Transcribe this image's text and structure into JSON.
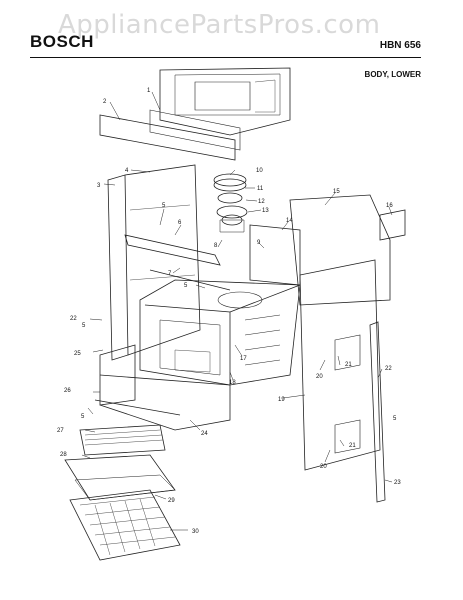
{
  "header": {
    "watermark": "AppliancePartsPros.com",
    "brand": "BOSCH",
    "model": "HBN 656",
    "section": "BODY, LOWER"
  },
  "callouts": [
    {
      "id": "c1",
      "label": "1"
    },
    {
      "id": "c2",
      "label": "2"
    },
    {
      "id": "c3",
      "label": "3"
    },
    {
      "id": "c4",
      "label": "4"
    },
    {
      "id": "c5a",
      "label": "5"
    },
    {
      "id": "c6",
      "label": "6"
    },
    {
      "id": "c7",
      "label": "7"
    },
    {
      "id": "c8",
      "label": "8"
    },
    {
      "id": "c9",
      "label": "9"
    },
    {
      "id": "c10",
      "label": "10"
    },
    {
      "id": "c11",
      "label": "11"
    },
    {
      "id": "c12",
      "label": "12"
    },
    {
      "id": "c13",
      "label": "13"
    },
    {
      "id": "c14",
      "label": "14"
    },
    {
      "id": "c15",
      "label": "15"
    },
    {
      "id": "c16",
      "label": "16"
    },
    {
      "id": "c17",
      "label": "17"
    },
    {
      "id": "c18",
      "label": "18"
    },
    {
      "id": "c19",
      "label": "19"
    },
    {
      "id": "c20a",
      "label": "20"
    },
    {
      "id": "c20b",
      "label": "20"
    },
    {
      "id": "c21a",
      "label": "21"
    },
    {
      "id": "c21b",
      "label": "21"
    },
    {
      "id": "c22a",
      "label": "22"
    },
    {
      "id": "c22b",
      "label": "22"
    },
    {
      "id": "c23",
      "label": "23"
    },
    {
      "id": "c24",
      "label": "24"
    },
    {
      "id": "c25",
      "label": "25"
    },
    {
      "id": "c26",
      "label": "26"
    },
    {
      "id": "c27",
      "label": "27"
    },
    {
      "id": "c28",
      "label": "28"
    },
    {
      "id": "c29",
      "label": "29"
    },
    {
      "id": "c30",
      "label": "30"
    },
    {
      "id": "c5b",
      "label": "5"
    },
    {
      "id": "c5c",
      "label": "5"
    },
    {
      "id": "c5d",
      "label": "5"
    },
    {
      "id": "c5e",
      "label": "5"
    }
  ]
}
